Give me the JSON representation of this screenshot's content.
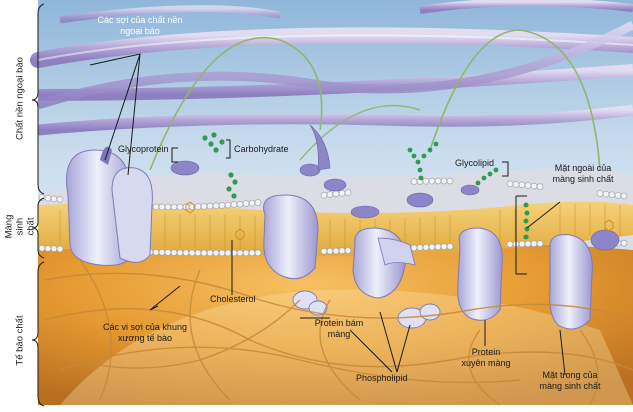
{
  "region_labels": {
    "extracellular_matrix": "Chất nền ngoại bào",
    "membrane": "Màng sinh chất",
    "cytoplasm": "Tế bào chất"
  },
  "labels": {
    "matrix_fibers": "Các sợi của chất nền ngoại bào",
    "glycoprotein": "Glycoprotein",
    "carbohydrate": "Carbohydrate",
    "glycolipid": "Glycolipid",
    "outer_surface": "Mặt ngoài của màng sinh chất",
    "cholesterol": "Cholesterol",
    "cytoskeleton": "Các vi sợi của khung xương tế bào",
    "peripheral_protein": "Protein bám màng",
    "phospholipid": "Phospholipid",
    "integral_protein": "Protein xuyên màng",
    "inner_surface": "Mặt trong của màng sinh chất"
  },
  "colors": {
    "matrix_bg": "#bfd6ea",
    "fiber": "#b6a8d6",
    "protein": "#d9dcf0",
    "protein_shadow": "#8e86c4",
    "lipid_head": "#e8e8ea",
    "lipid_tail": "#f1c35a",
    "carbohydrate": "#2e9a55",
    "cytoplasm": "#e9a73c",
    "cytoskeleton": "#c48a3a"
  }
}
